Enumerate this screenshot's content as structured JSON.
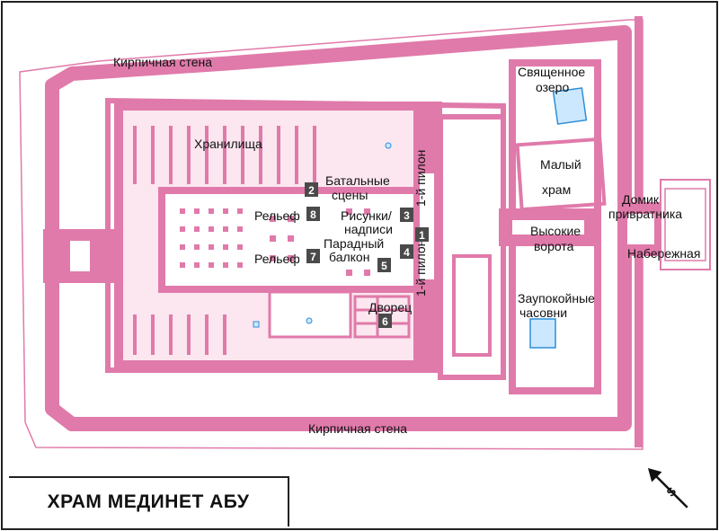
{
  "title": "ХРАМ МЕДИНЕТ АБУ",
  "colors": {
    "wall": "#e07aaa",
    "water": "#cce8ff",
    "water_edge": "#2b8fd6",
    "frame": "#222222",
    "label_box": "#4a4a4a"
  },
  "labels": {
    "brick_wall_top": "Кирпичная стена",
    "brick_wall_bottom": "Кирпичная стена",
    "sacred_lake_1": "Священное",
    "sacred_lake_2": "озеро",
    "storerooms": "Хранилища",
    "battle_1": "Батальные",
    "battle_2": "сцены",
    "pylon_top": "1-й пилон",
    "pylon_bottom": "1-й пилон",
    "small_temple_1": "Малый",
    "small_temple_2": "храм",
    "gatehouse_1": "Домик",
    "gatehouse_2": "привратника",
    "relief_top": "Рельеф",
    "relief_bottom": "Рельеф",
    "drawings_1": "Рисунки/",
    "drawings_2": "надписи",
    "high_gate_1": "Высокие",
    "high_gate_2": "ворота",
    "embankment": "Набережная",
    "balcony_1": "Парадный",
    "balcony_2": "балкон",
    "chapels_1": "Заупокойные",
    "chapels_2": "часовни",
    "palace": "Дворец"
  },
  "markers": [
    "1",
    "2",
    "3",
    "4",
    "5",
    "6",
    "7",
    "8"
  ],
  "compass": {
    "letter": "S",
    "icon": "north-arrow-icon"
  }
}
